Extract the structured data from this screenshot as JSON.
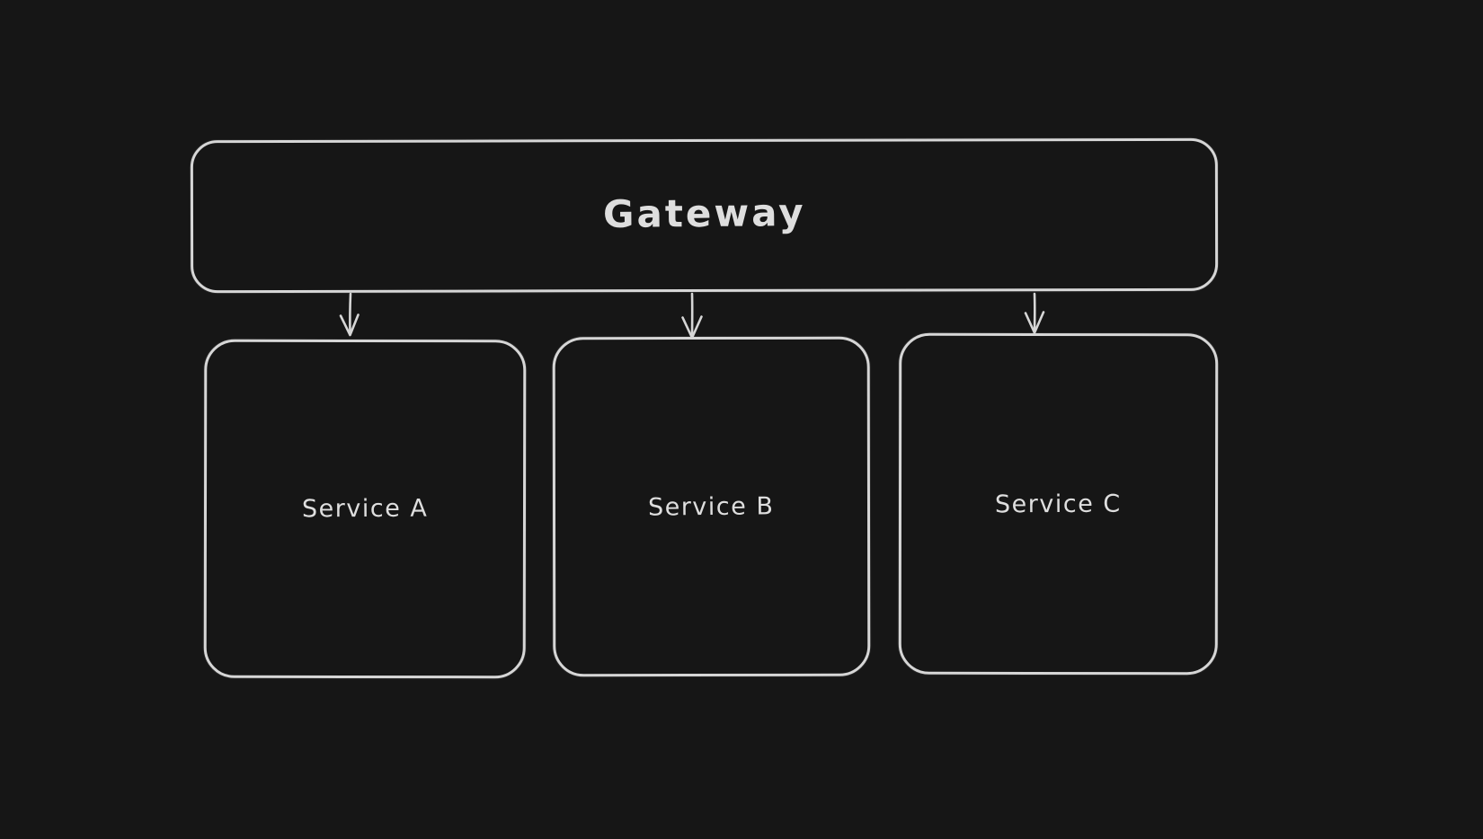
{
  "diagram": {
    "type": "flowchart",
    "style": "hand-drawn-dark",
    "background_color": "#161616",
    "stroke_color": "#d6d6d6",
    "text_color": "#dedede",
    "nodes": [
      {
        "id": "gateway",
        "label": "Gateway"
      },
      {
        "id": "service-a",
        "label": "Service A"
      },
      {
        "id": "service-b",
        "label": "Service B"
      },
      {
        "id": "service-c",
        "label": "Service C"
      }
    ],
    "edges": [
      {
        "from": "gateway",
        "to": "service-a",
        "direction": "down"
      },
      {
        "from": "gateway",
        "to": "service-b",
        "direction": "down"
      },
      {
        "from": "gateway",
        "to": "service-c",
        "direction": "down"
      }
    ]
  }
}
